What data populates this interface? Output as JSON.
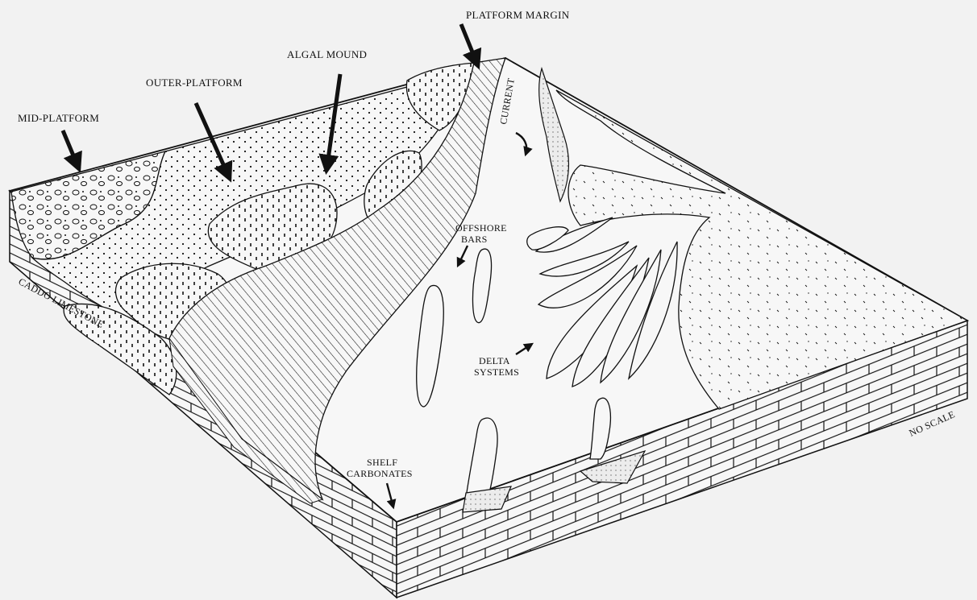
{
  "labels": {
    "platform_margin": "PLATFORM MARGIN",
    "algal_mound": "ALGAL MOUND",
    "outer_platform": "OUTER-PLATFORM",
    "mid_platform": "MID-PLATFORM",
    "current": "CURRENT",
    "offshore_bars_line1": "OFFSHORE",
    "offshore_bars_line2": "BARS",
    "delta_systems_line1": "DELTA",
    "delta_systems_line2": "SYSTEMS",
    "shelf_carbonates_line1": "SHELF",
    "shelf_carbonates_line2": "CARBONATES",
    "caddo_limestone": "CADDO LIMESTONE",
    "no_scale": "NO SCALE"
  },
  "colors": {
    "background": "#f2f2f2",
    "ink": "#111111",
    "surface": "#f7f7f7"
  }
}
